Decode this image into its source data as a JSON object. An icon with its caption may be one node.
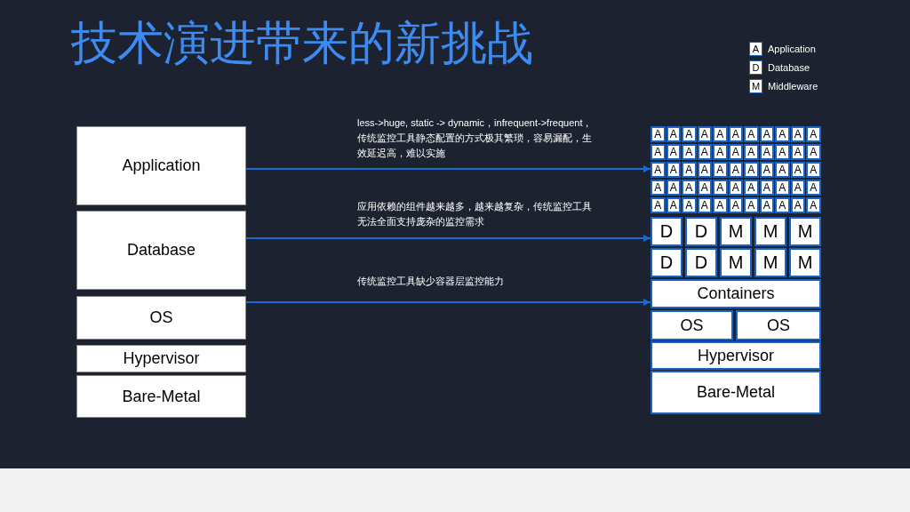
{
  "diagram": {
    "title": "技术演进带来的新挑战",
    "nodes": [
      {
        "text": [
          "A"
        ],
        "beside": [
          "Application"
        ]
      },
      {
        "text": [
          "D"
        ],
        "beside": [
          "Database"
        ]
      },
      {
        "text": [
          "M"
        ],
        "beside": [
          "Middleware"
        ]
      },
      {
        "text": [
          "Application"
        ]
      },
      {
        "text": [
          "Database"
        ]
      },
      {
        "text": [
          "OS"
        ]
      },
      {
        "text": [
          "Hypervisor"
        ]
      },
      {
        "text": [
          "Bare-Metal"
        ]
      },
      {
        "text": [
          "A"
        ]
      },
      {
        "text": [
          "A"
        ]
      },
      {
        "text": [
          "A"
        ]
      },
      {
        "text": [
          "A"
        ]
      },
      {
        "text": [
          "A"
        ]
      },
      {
        "text": [
          "A"
        ]
      },
      {
        "text": [
          "A"
        ]
      },
      {
        "text": [
          "A"
        ]
      },
      {
        "text": [
          "A"
        ]
      },
      {
        "text": [
          "A"
        ]
      },
      {
        "text": [
          "A"
        ]
      },
      {
        "text": [
          "A"
        ]
      },
      {
        "text": [
          "A"
        ]
      },
      {
        "text": [
          "A"
        ]
      },
      {
        "text": [
          "A"
        ]
      },
      {
        "text": [
          "A"
        ]
      },
      {
        "text": [
          "A"
        ]
      },
      {
        "text": [
          "A"
        ]
      },
      {
        "text": [
          "A"
        ]
      },
      {
        "text": [
          "A"
        ]
      },
      {
        "text": [
          "A"
        ]
      },
      {
        "text": [
          "A"
        ]
      },
      {
        "text": [
          "A"
        ]
      },
      {
        "text": [
          "A"
        ]
      },
      {
        "text": [
          "A"
        ]
      },
      {
        "text": [
          "A"
        ]
      },
      {
        "text": [
          "A"
        ]
      },
      {
        "text": [
          "A"
        ]
      },
      {
        "text": [
          "A"
        ]
      },
      {
        "text": [
          "A"
        ]
      },
      {
        "text": [
          "A"
        ]
      },
      {
        "text": [
          "A"
        ]
      },
      {
        "text": [
          "A"
        ]
      },
      {
        "text": [
          "A"
        ]
      },
      {
        "text": [
          "A"
        ]
      },
      {
        "text": [
          "A"
        ]
      },
      {
        "text": [
          "A"
        ]
      },
      {
        "text": [
          "A"
        ]
      },
      {
        "text": [
          "A"
        ]
      },
      {
        "text": [
          "A"
        ]
      },
      {
        "text": [
          "A"
        ]
      },
      {
        "text": [
          "A"
        ]
      },
      {
        "text": [
          "A"
        ]
      },
      {
        "text": [
          "A"
        ]
      },
      {
        "text": [
          "A"
        ]
      },
      {
        "text": [
          "A"
        ]
      },
      {
        "text": [
          "A"
        ]
      },
      {
        "text": [
          "A"
        ]
      },
      {
        "text": [
          "A"
        ]
      },
      {
        "text": [
          "A"
        ]
      },
      {
        "text": [
          "A"
        ]
      },
      {
        "text": [
          "A"
        ]
      },
      {
        "text": [
          "A"
        ]
      },
      {
        "text": [
          "A"
        ]
      },
      {
        "text": [
          "A"
        ]
      },
      {
        "text": [
          "D"
        ]
      },
      {
        "text": [
          "D"
        ]
      },
      {
        "text": [
          "M"
        ]
      },
      {
        "text": [
          "M"
        ]
      },
      {
        "text": [
          "M"
        ]
      },
      {
        "text": [
          "D"
        ]
      },
      {
        "text": [
          "D"
        ]
      },
      {
        "text": [
          "M"
        ]
      },
      {
        "text": [
          "M"
        ]
      },
      {
        "text": [
          "M"
        ]
      },
      {
        "text": [
          "Containers"
        ]
      },
      {
        "text": [
          "OS"
        ]
      },
      {
        "text": [
          "OS"
        ]
      },
      {
        "text": [
          "Hypervisor"
        ]
      },
      {
        "text": [
          "Bare-Metal"
        ]
      }
    ],
    "edges": [
      {
        "from": 3,
        "to": 30,
        "arrow": "to",
        "label": "less->huge, static -> dynamic，infrequent->frequent，传统监控工具静态配置的方式极其繁琐，容易漏配，生效延迟高，难以实施"
      },
      {
        "from": 4,
        "to": 63,
        "arrow": "to",
        "label": "应用依赖的组件越来越多，越来越复杂，传统监控工具无法全面支持庞杂的监控需求"
      },
      {
        "from": 5,
        "to": 73,
        "arrow": "to",
        "label": "传统监控工具缺少容器层监控能力"
      }
    ]
  }
}
